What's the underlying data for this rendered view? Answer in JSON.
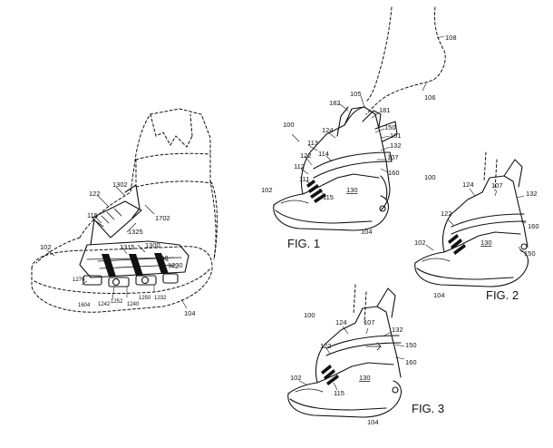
{
  "labels": {
    "left": {
      "l122": "122",
      "l1302": "1302",
      "l115": "115",
      "l1325": "1325",
      "l1702": "1702",
      "l102": "102",
      "l1315": "1315",
      "l1300": "1300",
      "lD8": "D8",
      "l1230": "1230",
      "l1270": "1270",
      "l1604": "1604",
      "l1242": "1242",
      "l1252": "1252",
      "l1240": "1240",
      "l1250": "1250",
      "l1232": "1232",
      "l104": "104"
    },
    "fig1": {
      "l108": "108",
      "l105": "105",
      "l106": "106",
      "l182": "182",
      "l181": "181",
      "l100": "100",
      "l124": "124",
      "l150": "150",
      "l161": "161",
      "l113": "113",
      "l132": "132",
      "l114": "114",
      "l122": "122",
      "l107": "107",
      "l112": "112",
      "l160": "160",
      "l111": "111",
      "l102": "102",
      "l130": "130",
      "l115": "115",
      "l104": "104",
      "caption": "FIG. 1"
    },
    "fig2": {
      "l100": "100",
      "l124": "124",
      "l107": "107",
      "l132": "132",
      "l122": "122",
      "l160": "160",
      "l102": "102",
      "l130": "130",
      "l150": "150",
      "l104": "104",
      "caption": "FIG. 2"
    },
    "fig3": {
      "l100": "100",
      "l124": "124",
      "l107": "107",
      "l132": "132",
      "l122": "122",
      "l150": "150",
      "l160": "160",
      "l102": "102",
      "l130": "130",
      "l115": "115",
      "l104": "104",
      "caption": "FIG. 3"
    }
  }
}
